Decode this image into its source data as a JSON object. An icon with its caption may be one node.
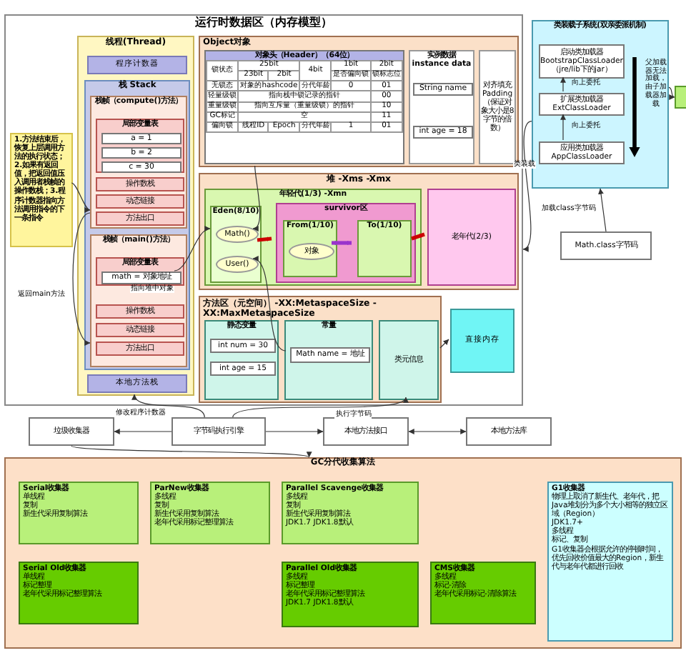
{
  "diagram": {
    "nodes": [
      {
        "text": [
          "运行时数据区（内存模型）"
        ]
      },
      {
        "text": [
          "线程(Thread)"
        ],
        "in": 0
      },
      {
        "text": [
          "程序计数器"
        ],
        "in": 1
      },
      {
        "text": [
          "栈 Stack"
        ],
        "in": 1
      },
      {
        "text": [
          "栈帧（compute()方法）"
        ],
        "in": 3
      },
      {
        "text": [
          "局部变量表"
        ],
        "in": 4
      },
      {
        "text": [
          "a = 1"
        ],
        "in": 5
      },
      {
        "text": [
          "b = 2"
        ],
        "in": 5
      },
      {
        "text": [
          "c = 30"
        ],
        "in": 5
      },
      {
        "text": [
          "操作数栈"
        ],
        "in": 4
      },
      {
        "text": [
          "动态链接"
        ],
        "in": 4
      },
      {
        "text": [
          "方法出口"
        ],
        "in": 4
      },
      {
        "text": [
          "栈帧（main()方法）"
        ],
        "in": 3
      },
      {
        "text": [
          "局部变量表"
        ],
        "in": 12
      },
      {
        "text": [
          "math = 对象地址"
        ],
        "in": 13
      },
      {
        "text": [
          "操作数栈"
        ],
        "in": 12
      },
      {
        "text": [
          "动态链接"
        ],
        "in": 12
      },
      {
        "text": [
          "方法出口"
        ],
        "in": 12
      },
      {
        "text": [
          "本地方法栈"
        ],
        "in": 1
      },
      {
        "text": [
          "1.方法结束后，恢复上层调用方法的执行状态；2.如果有返回值，把返回值压入调用者栈帧的操作数栈；3.程序计数器指向方法调用指令的下一条指令"
        ],
        "in": 0
      },
      {
        "text": [
          "Object对象"
        ],
        "in": 0
      },
      {
        "text": [
          "对象头（Header）（64位）"
        ],
        "in": 20
      },
      {
        "text": [
          "实例数据 instance data"
        ],
        "in": 20
      },
      {
        "text": [
          "String name"
        ],
        "in": 22
      },
      {
        "text": [
          "int age = 18"
        ],
        "in": 22
      },
      {
        "text": [
          "对齐填充Padding（保证对象大小是8字节的倍数）"
        ],
        "in": 20
      },
      {
        "text": [
          "堆 -Xms -Xmx"
        ],
        "in": 0
      },
      {
        "text": [
          "年轻代(1/3) -Xmn"
        ],
        "in": 26
      },
      {
        "text": [
          "Eden(8/10)"
        ],
        "in": 27
      },
      {
        "text": [
          "Math()"
        ],
        "in": 28
      },
      {
        "text": [
          "User()"
        ],
        "in": 28
      },
      {
        "text": [
          "survivor区"
        ],
        "in": 27
      },
      {
        "text": [
          "From(1/10)"
        ],
        "in": 31
      },
      {
        "text": [
          "对象"
        ],
        "in": 32
      },
      {
        "text": [
          "To(1/10)"
        ],
        "in": 31
      },
      {
        "text": [
          "老年代(2/3)"
        ],
        "in": 26
      },
      {
        "text": [
          "方法区（元空间） -XX:MetaspaceSize -XX:MaxMetaspaceSize"
        ],
        "in": 0
      },
      {
        "text": [
          "静态变量"
        ],
        "in": 36
      },
      {
        "text": [
          "int num = 30"
        ],
        "in": 37
      },
      {
        "text": [
          "int age = 15"
        ],
        "in": 37
      },
      {
        "text": [
          "常量"
        ],
        "in": 36
      },
      {
        "text": [
          "Math name = 地址"
        ],
        "in": 40
      },
      {
        "text": [
          "类元信息"
        ],
        "in": 36
      },
      {
        "text": [
          "直接内存"
        ],
        "in": 0
      },
      {
        "text": [
          "类装载子系统(双亲委派机制)"
        ]
      },
      {
        "text": [
          "启动类加载器 BootstrapClassLoader（jre/lib下的jar）"
        ],
        "in": 44
      },
      {
        "text": [
          "扩展类加载器 ExtClassLoader"
        ],
        "in": 44
      },
      {
        "text": [
          "应用类加载器 AppClassLoader"
        ],
        "in": 44
      },
      {
        "text": [
          "Math.class字节码"
        ]
      },
      {
        "text": [],
        "shape": "box"
      },
      {
        "text": [
          "垃圾收集器"
        ]
      },
      {
        "text": [
          "字节码执行引擎"
        ]
      },
      {
        "text": [
          "本地方法接口"
        ]
      },
      {
        "text": [
          "本地方法库"
        ]
      },
      {
        "text": [
          "GC分代收集算法"
        ]
      },
      {
        "text": [
          "Serial收集器",
          "单线程",
          "复制",
          "新生代采用复制算法"
        ],
        "in": 54
      },
      {
        "text": [
          "ParNew收集器",
          "多线程",
          "复制",
          "新生代采用复制算法",
          "老年代采用标记整理算法"
        ],
        "in": 54
      },
      {
        "text": [
          "Parallel Scavenge收集器",
          "多线程",
          "复制",
          "新生代采用复制算法",
          "JDK1.7 JDK1.8默认"
        ],
        "in": 54
      },
      {
        "text": [
          "Serial Old收集器",
          "单线程",
          "标记整理",
          "老年代采用标记整理算法"
        ],
        "in": 54
      },
      {
        "text": [
          "Parallel Old收集器",
          "多线程",
          "标记整理",
          "老年代采用标记整理算法",
          "JDK1.7 JDK1.8默认"
        ],
        "in": 54
      },
      {
        "text": [
          "CMS收集器",
          "多线程",
          "标记-清除",
          "老年代采用标记-清除算法"
        ],
        "in": 54
      },
      {
        "text": [
          "G1收集器",
          "物理上取消了新生代、老年代，把Java堆划分为多个大小相等的独立区域（Region）",
          "JDK1.7+",
          "多线程",
          "标记、复制",
          "G1收集器会根据允许的停顿时间，优先回收价值最大的Region，新生代与老年代都进行回收"
        ],
        "in": 54
      }
    ],
    "edges": [
      {
        "from": 11,
        "to": 17,
        "arrow": "to",
        "label": "返回main方法"
      },
      {
        "from": 19,
        "to": 11,
        "arrow": "to"
      },
      {
        "from": 14,
        "to": 29,
        "arrow": "to",
        "label": "指向堆中对象"
      },
      {
        "from": 20,
        "to": 29,
        "arrow": "to"
      },
      {
        "from": 41,
        "to": 30,
        "arrow": "to"
      },
      {
        "from": 28,
        "to": 31,
        "arrow": "to",
        "style": "thick",
        "color": "#cc0000"
      },
      {
        "from": 32,
        "to": 34,
        "arrow": "both",
        "style": "thick",
        "color": "#9933cc"
      },
      {
        "from": 31,
        "to": 35,
        "arrow": "to",
        "style": "thick",
        "color": "#cc0000"
      },
      {
        "from": 36,
        "to": 43,
        "arrow": "to"
      },
      {
        "from": 44,
        "to": 0,
        "arrow": "to",
        "label": "类装载"
      },
      {
        "from": 48,
        "to": 44,
        "arrow": "to",
        "label": "加载class字节码"
      },
      {
        "from": 44,
        "to": 49,
        "arrow": "to"
      },
      {
        "from": 51,
        "to": 50,
        "arrow": "to"
      },
      {
        "from": 51,
        "to": 52,
        "arrow": "to"
      },
      {
        "from": 52,
        "to": 53,
        "arrow": "both"
      },
      {
        "from": 51,
        "to": 1,
        "arrow": "to",
        "label": "修改程序计数器"
      },
      {
        "from": 51,
        "to": 42,
        "arrow": "to",
        "label": "执行字节码"
      },
      {
        "from": 50,
        "to": 54,
        "arrow": "to"
      },
      {
        "from": 46,
        "to": 45,
        "arrow": "to",
        "label": "向上委托"
      },
      {
        "from": 47,
        "to": 46,
        "arrow": "to",
        "label": "向上委托"
      }
    ],
    "labels": [
      "锁状态",
      "25bit",
      "4bit",
      "1bit",
      "2bit",
      "23bit",
      "2bit",
      "是否偏向锁",
      "锁标志位",
      "无锁态",
      "对象的hashcode",
      "分代年龄",
      "0",
      "01",
      "轻量级锁",
      "指向栈中锁记录的指针",
      "00",
      "重量级锁",
      "指向互斥量（重量级锁）的指针",
      "10",
      "GC标记",
      "空",
      "11",
      "偏向锁",
      "线程ID",
      "Epoch",
      "分代年龄",
      "1",
      "01",
      "父加载器无法加载，由子加载器加载"
    ]
  }
}
